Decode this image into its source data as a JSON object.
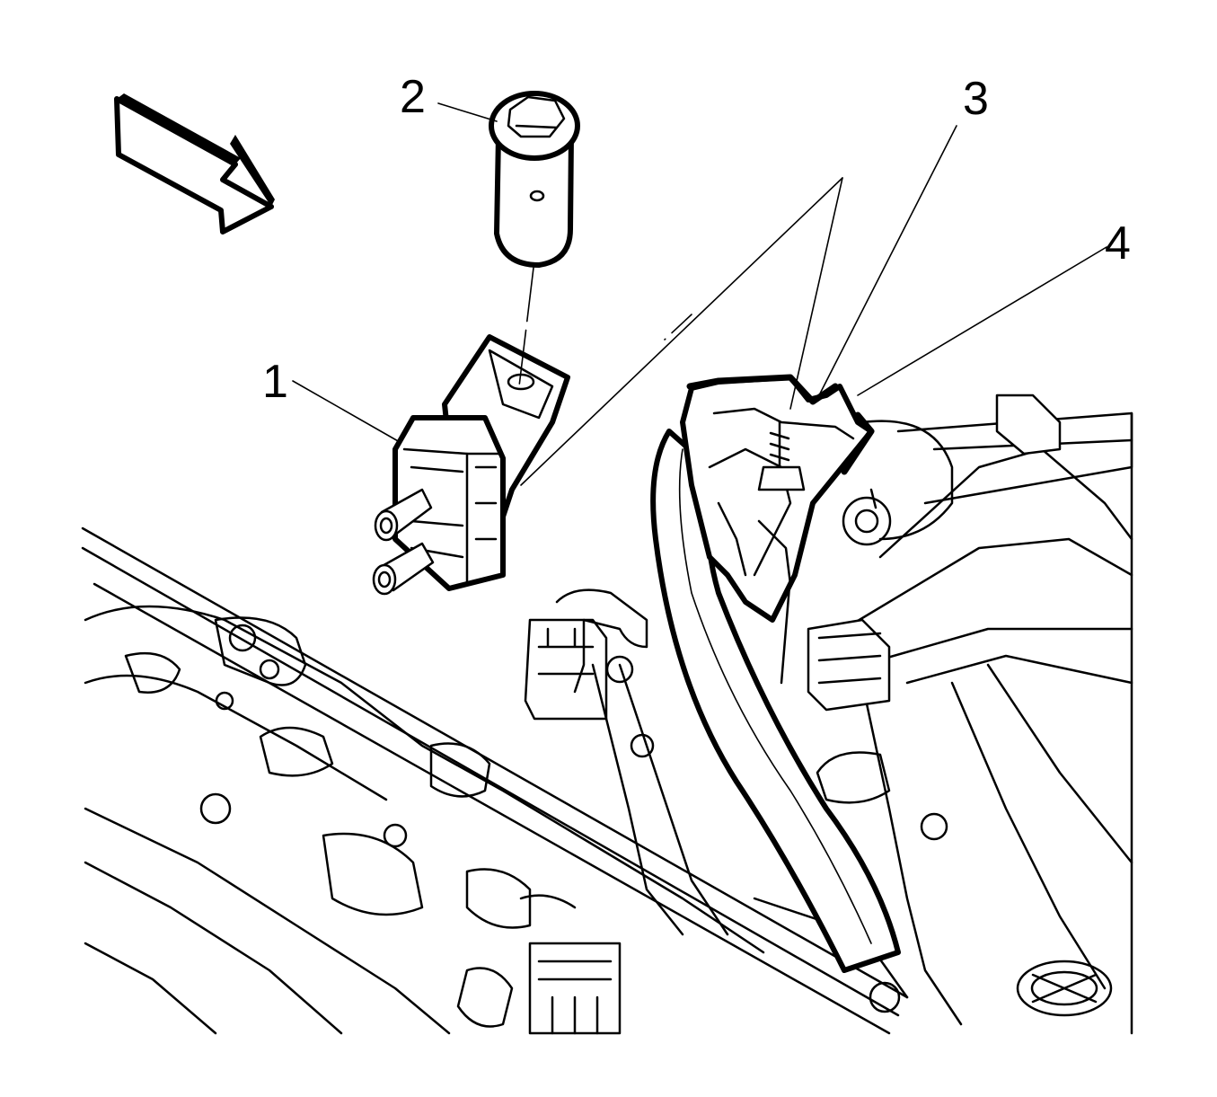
{
  "callouts": [
    {
      "id": "1",
      "label": "1"
    },
    {
      "id": "2",
      "label": "2"
    },
    {
      "id": "3",
      "label": "3"
    },
    {
      "id": "4",
      "label": "4"
    }
  ],
  "icons": {
    "view_direction": "view-direction-arrow-icon"
  },
  "colors": {
    "background": "#ffffff",
    "line": "#000000"
  }
}
